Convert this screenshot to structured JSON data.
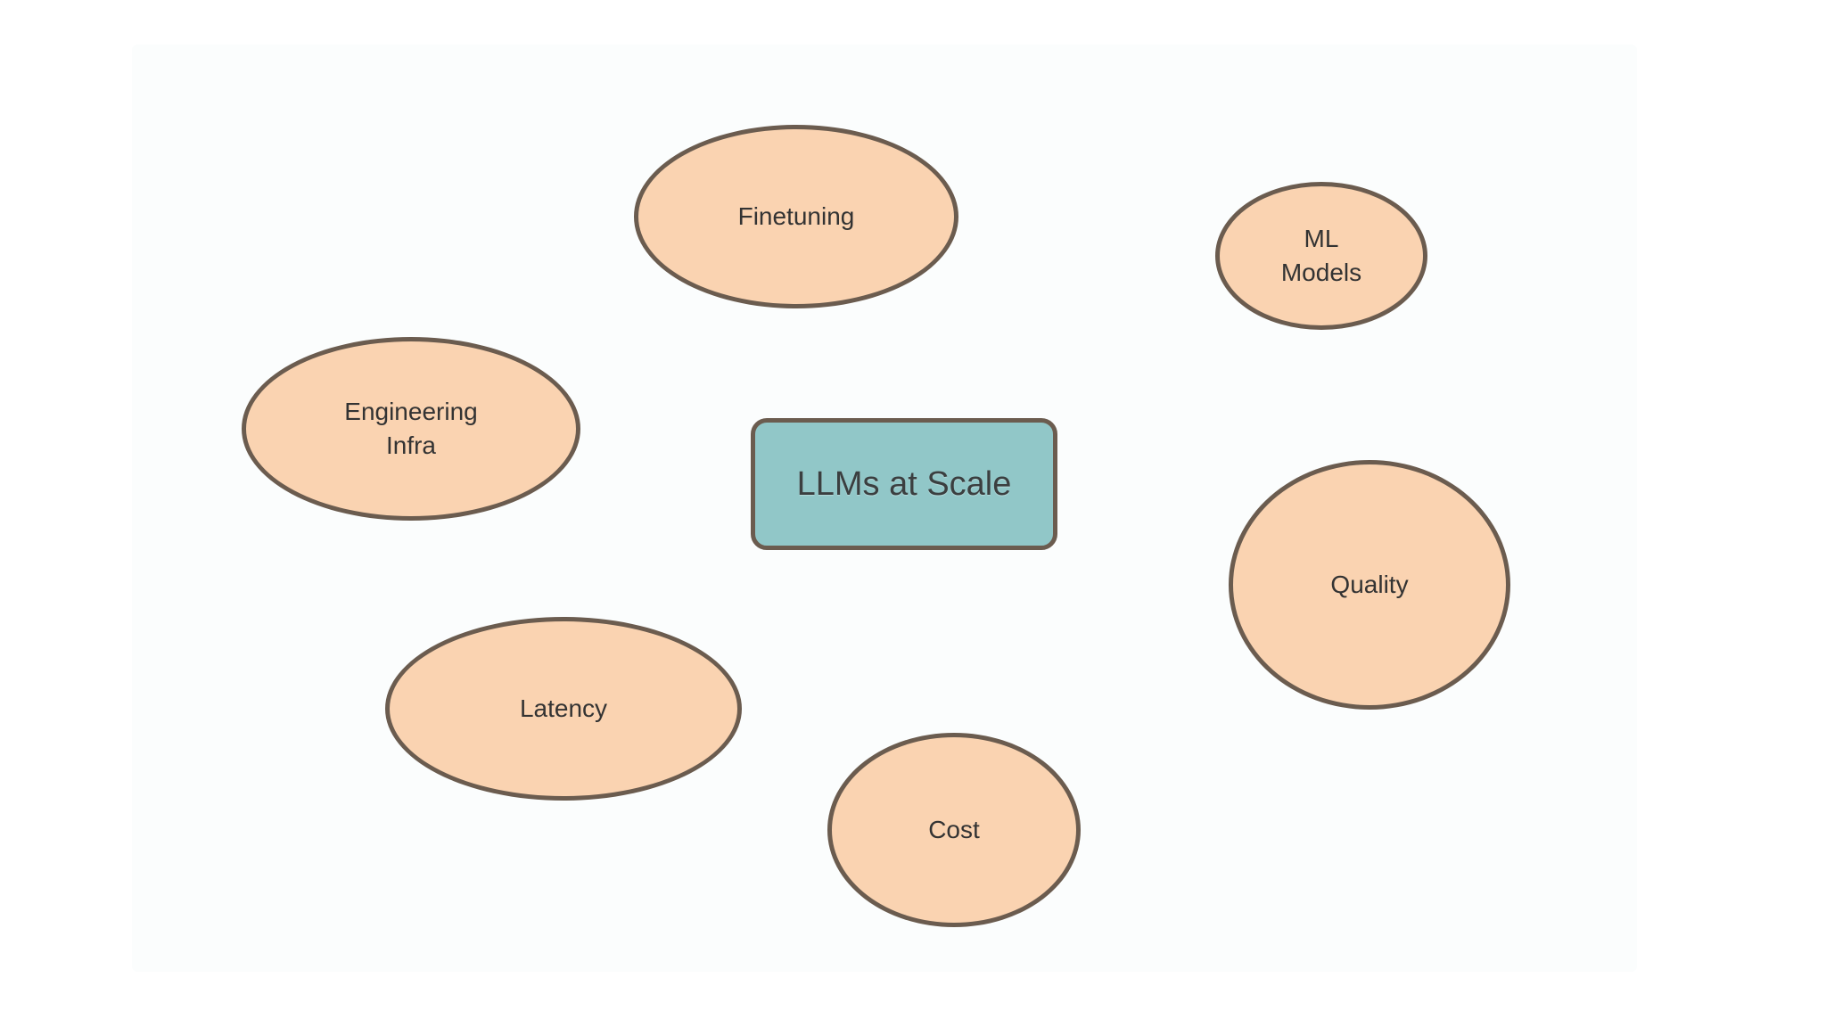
{
  "colors": {
    "bubble_fill": "#fad3b1",
    "center_fill": "#91c7c8",
    "outline": "#6b5c4f",
    "background": "#fbfdfd"
  },
  "center": {
    "label": "LLMs at Scale"
  },
  "nodes": {
    "finetuning": {
      "lines": [
        "Finetuning"
      ]
    },
    "ml_models": {
      "lines": [
        "ML",
        "Models"
      ]
    },
    "engineering_infra": {
      "lines": [
        "Engineering",
        "Infra"
      ]
    },
    "quality": {
      "lines": [
        "Quality"
      ]
    },
    "latency": {
      "lines": [
        "Latency"
      ]
    },
    "cost": {
      "lines": [
        "Cost"
      ]
    }
  }
}
